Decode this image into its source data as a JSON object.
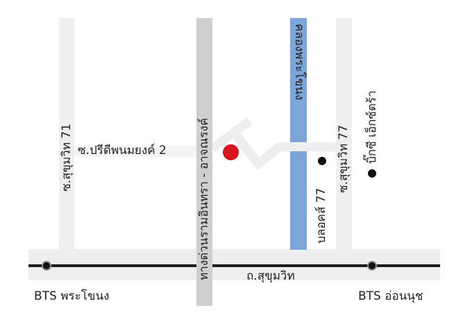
{
  "colors": {
    "road": "#eeedef",
    "expressway": "#cfcfd1",
    "canal": "#7ca6da",
    "rail": "#1c1c1c",
    "destination": "#d7151d",
    "poi": "#111111"
  },
  "roads": {
    "main_road": "ถ.สุขุมวิท",
    "soi_71": "ซ.สุขุมวิท 71",
    "soi_77": "ซ.สุขุมวิท 77",
    "soi_pridi": "ซ.ปรีดีพนมยงค์ 2",
    "expressway": "ทางด่วนรามอินทรา - อาจณรงค์"
  },
  "waterways": {
    "canal": "คลองพระโขนง"
  },
  "stations": [
    {
      "label": "BTS พระโขนง"
    },
    {
      "label": "BTS อ่อนนุช"
    }
  ],
  "landmarks": [
    {
      "label": "บลอคส์ 77",
      "icon": "black-dot"
    },
    {
      "label": "บิ๊กซี เอ็กซ์ตร้า",
      "icon": "black-dot"
    }
  ],
  "destination": {
    "icon": "red-dot-marker"
  }
}
